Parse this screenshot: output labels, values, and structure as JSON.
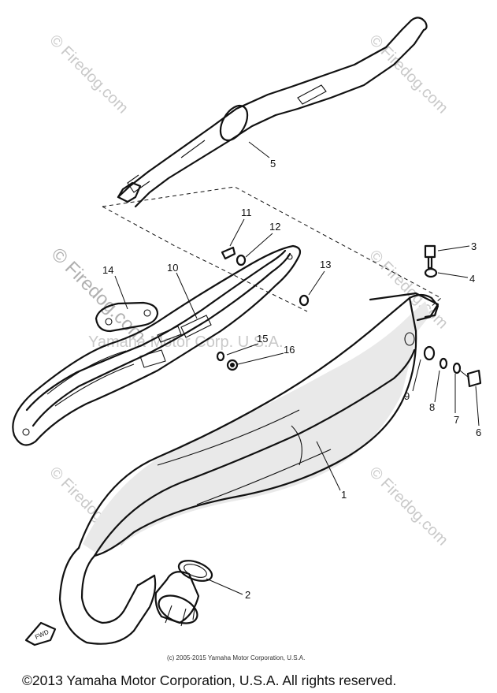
{
  "watermarks": {
    "site": "© Firedog.com",
    "corp": "Yamaha Motor Corp. U.S.A."
  },
  "callouts": {
    "c1": "1",
    "c2": "2",
    "c3": "3",
    "c4": "4",
    "c5": "5",
    "c6": "6",
    "c7": "7",
    "c8": "8",
    "c9": "9",
    "c10": "10",
    "c11": "11",
    "c12": "12",
    "c13": "13",
    "c14": "14",
    "c15": "15",
    "c16": "16"
  },
  "fwd_label": "FWD",
  "copyright_small": "(c) 2005-2015 Yamaha Motor Corporation, U.S.A.",
  "copyright_footer": "©2013 Yamaha Motor Corporation, U.S.A. All rights reserved."
}
